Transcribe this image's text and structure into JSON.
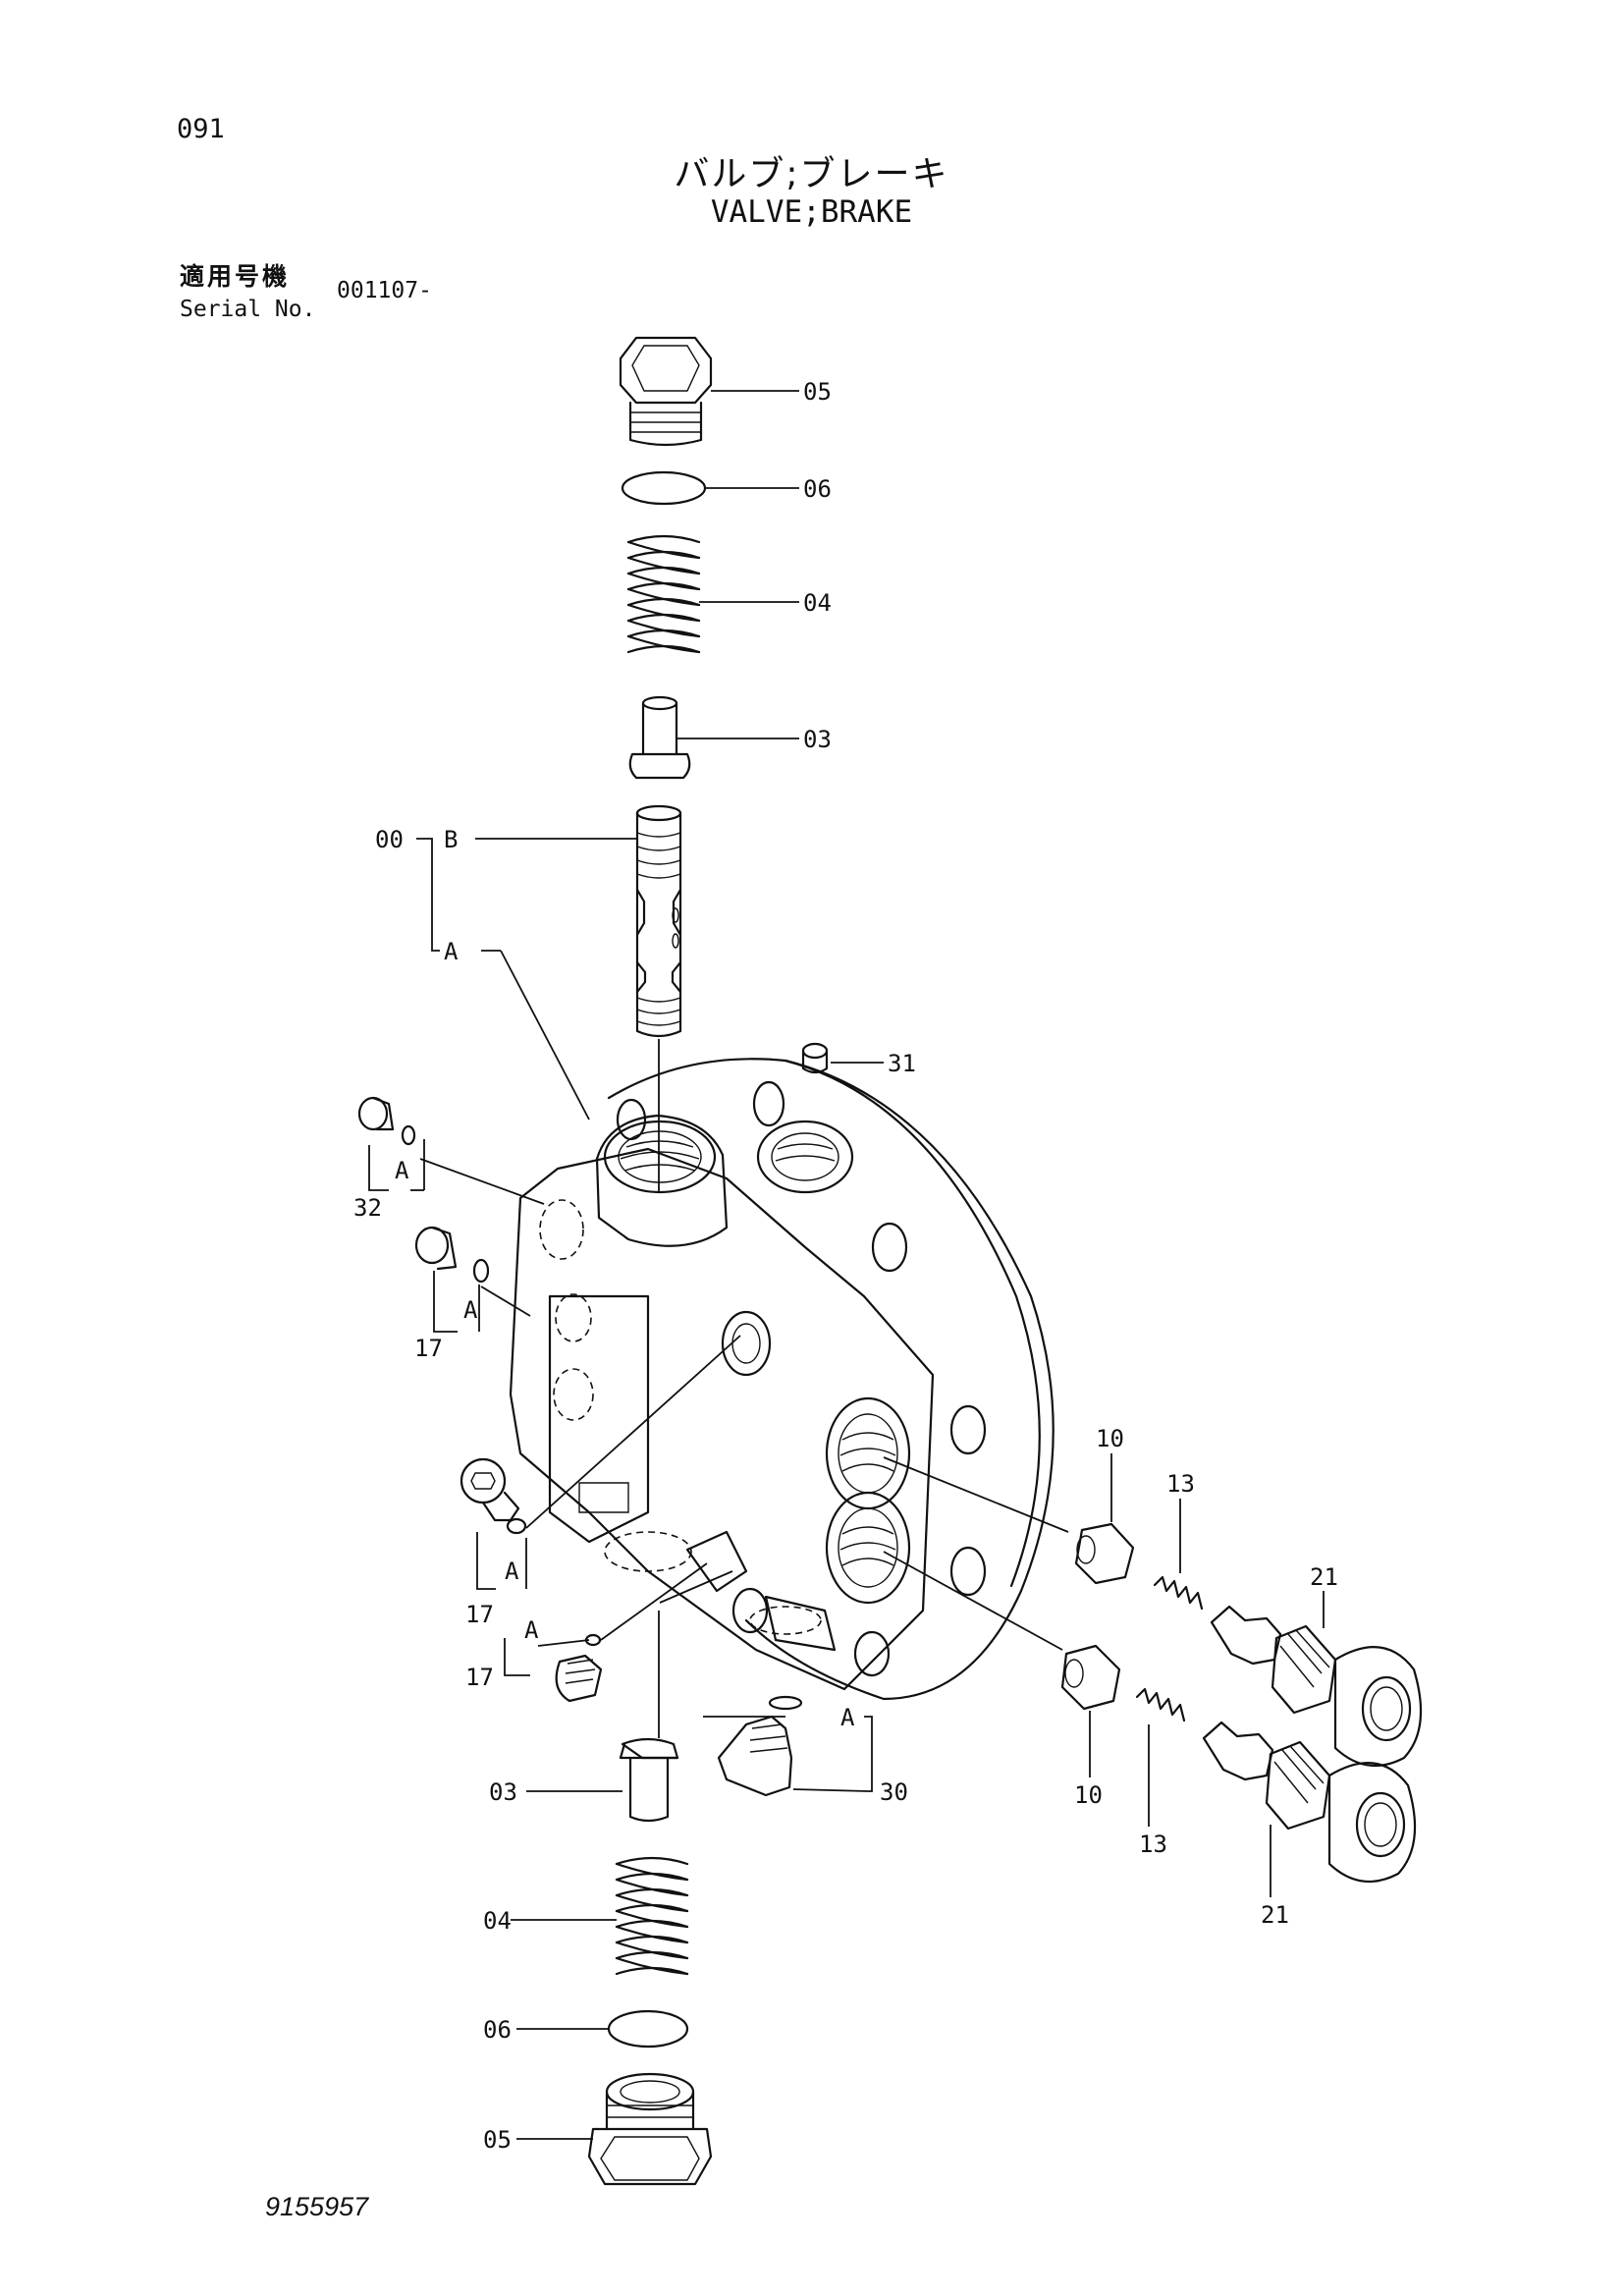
{
  "header": {
    "page_number": "091",
    "title_jp": "バルブ;ブレーキ",
    "title_en": "VALVE;BRAKE",
    "serial_label_jp": "適用号機",
    "serial_label_en": "Serial No.",
    "serial_value": "001107-"
  },
  "footer": {
    "doc_number": "9155957"
  },
  "callouts": {
    "c05_top": "05",
    "c06_top": "06",
    "c04_top": "04",
    "c03_top": "03",
    "c00": "00",
    "cB": "B",
    "cA_spool": "A",
    "c31": "31",
    "c32": "32",
    "cA_32": "A",
    "c17_a": "17",
    "cA_17a": "A",
    "c17_b": "17",
    "cA_17b": "A",
    "c17_c": "17",
    "cA_17c": "A",
    "c10_top": "10",
    "c13_top": "13",
    "c21_top": "21",
    "c10_bot": "10",
    "c13_bot": "13",
    "c21_bot": "21",
    "cA_30": "A",
    "c30": "30",
    "c03_bot": "03",
    "c04_bot": "04",
    "c06_bot": "06",
    "c05_bot": "05"
  }
}
